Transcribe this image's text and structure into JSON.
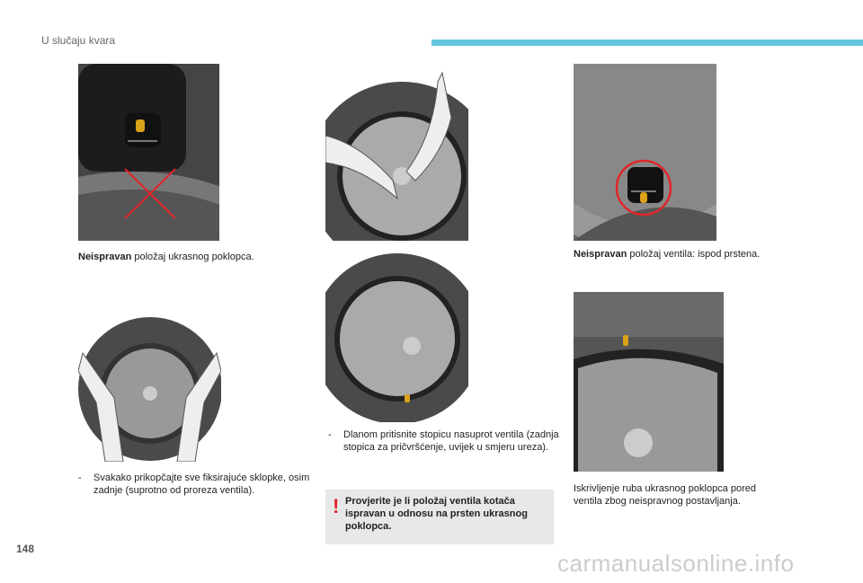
{
  "header": {
    "section": "U slučaju kvara",
    "accent": "#63c6e0"
  },
  "captions": {
    "c1_bold": "Neispravan",
    "c1_rest": " položaj ukrasnog poklopca.",
    "c3_bold": "Neispravan",
    "c3_rest": " položaj ventila: ispod prstena.",
    "c6": "Iskrivljenje ruba ukrasnog poklopca pored ventila zbog neispravnog postavljanja."
  },
  "steps": [
    {
      "dash": "-",
      "text": "Svakako prikopčajte sve fiksirajuće sklopke, osim zadnje (suprotno od proreza ventila)."
    },
    {
      "dash": "-",
      "text": "Dlanom pritisnite stopicu nasuprot ventila (zadnja stopica za pričvršćenje, uvijek u smjeru ureza)."
    }
  ],
  "warning": {
    "icon": "!",
    "text": "Provjerite je li položaj ventila kotača ispravan u odnosu na prsten ukrasnog poklopca.",
    "color": "#e0262b"
  },
  "page_number": "148",
  "watermark": "carmanualsonline.info"
}
